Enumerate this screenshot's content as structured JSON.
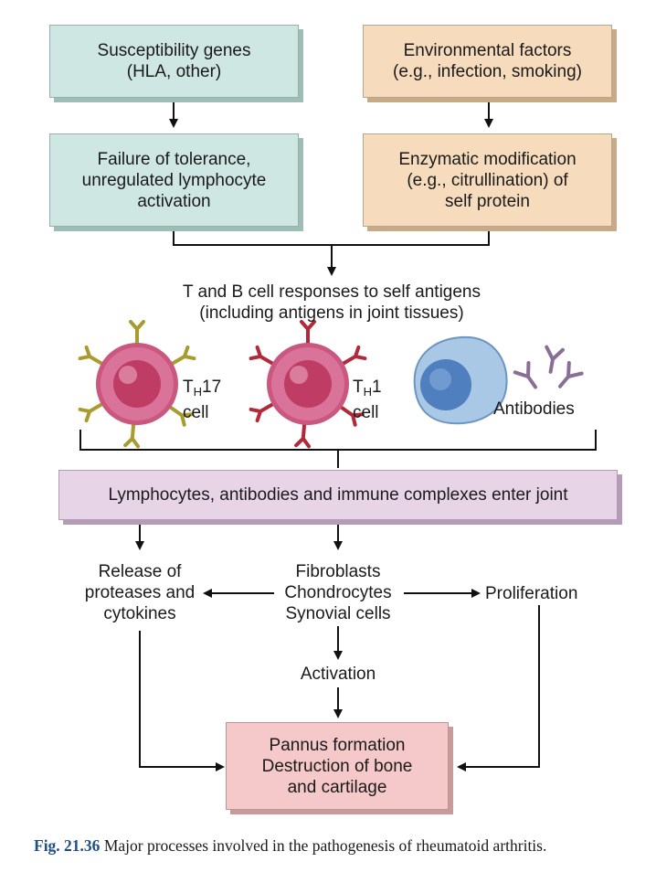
{
  "boxes": {
    "susceptibility": [
      "Susceptibility genes",
      "(HLA, other)"
    ],
    "environmental": [
      "Environmental factors",
      "(e.g., infection, smoking)"
    ],
    "failure": [
      "Failure of tolerance,",
      "unregulated lymphocyte",
      "activation"
    ],
    "enzymatic": [
      "Enzymatic modification",
      "(e.g., citrullination) of",
      "self protein"
    ],
    "enter_joint": "Lymphocytes, antibodies and immune complexes enter joint",
    "pannus": [
      "Pannus formation",
      "Destruction of bone",
      "and cartilage"
    ]
  },
  "responses": [
    "T and B cell responses to self antigens",
    "(including antigens in joint tissues)"
  ],
  "cells": {
    "th17": {
      "main": "T",
      "sub": "H",
      "num": "17",
      "word": "cell"
    },
    "th1": {
      "main": "T",
      "sub": "H",
      "num": "1",
      "word": "cell"
    },
    "antibodies": "Antibodies"
  },
  "labels": {
    "release": [
      "Release of",
      "proteases and",
      "cytokines"
    ],
    "fibroblasts": [
      "Fibroblasts",
      "Chondrocytes",
      "Synovial cells"
    ],
    "proliferation": "Proliferation",
    "activation": "Activation"
  },
  "caption": {
    "label": "Fig. 21.36",
    "text": "Major processes involved in the pathogenesis of rheumatoid arthritis."
  },
  "colors": {
    "teal": "#cfe7e2",
    "tan": "#f6dcbd",
    "lavender": "#e7d5e7",
    "pink": "#f5c9c9",
    "caption_label": "#1f4e8c"
  }
}
